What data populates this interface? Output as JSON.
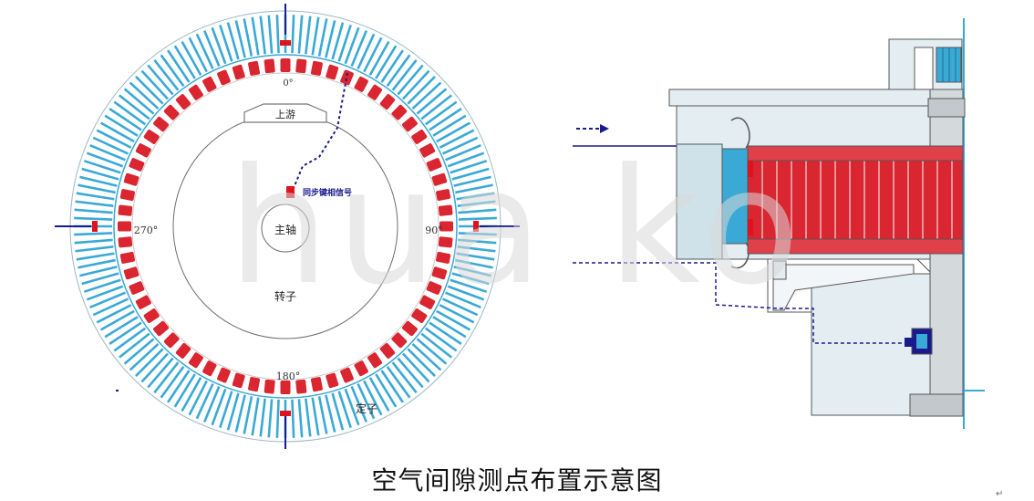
{
  "watermark": "hua ko",
  "caption": "空气间隙测点布置示意图",
  "corner_mark": "↵",
  "circle": {
    "angle_labels": {
      "top": "0°",
      "right": "90°",
      "bottom": "180°",
      "left": "270°"
    },
    "upstream_label": "上游",
    "sync_signal_label": "同步键相信号",
    "shaft_label": "主轴",
    "rotor_label": "转子",
    "stator_label": "定子"
  },
  "colors": {
    "stator_teeth": "#3aa9d6",
    "rotor_poles": "#d92630",
    "marker": "#1a1a8c",
    "sensor": "#e0121b",
    "section_fill": "#e4eef2",
    "outline": "#555555"
  }
}
